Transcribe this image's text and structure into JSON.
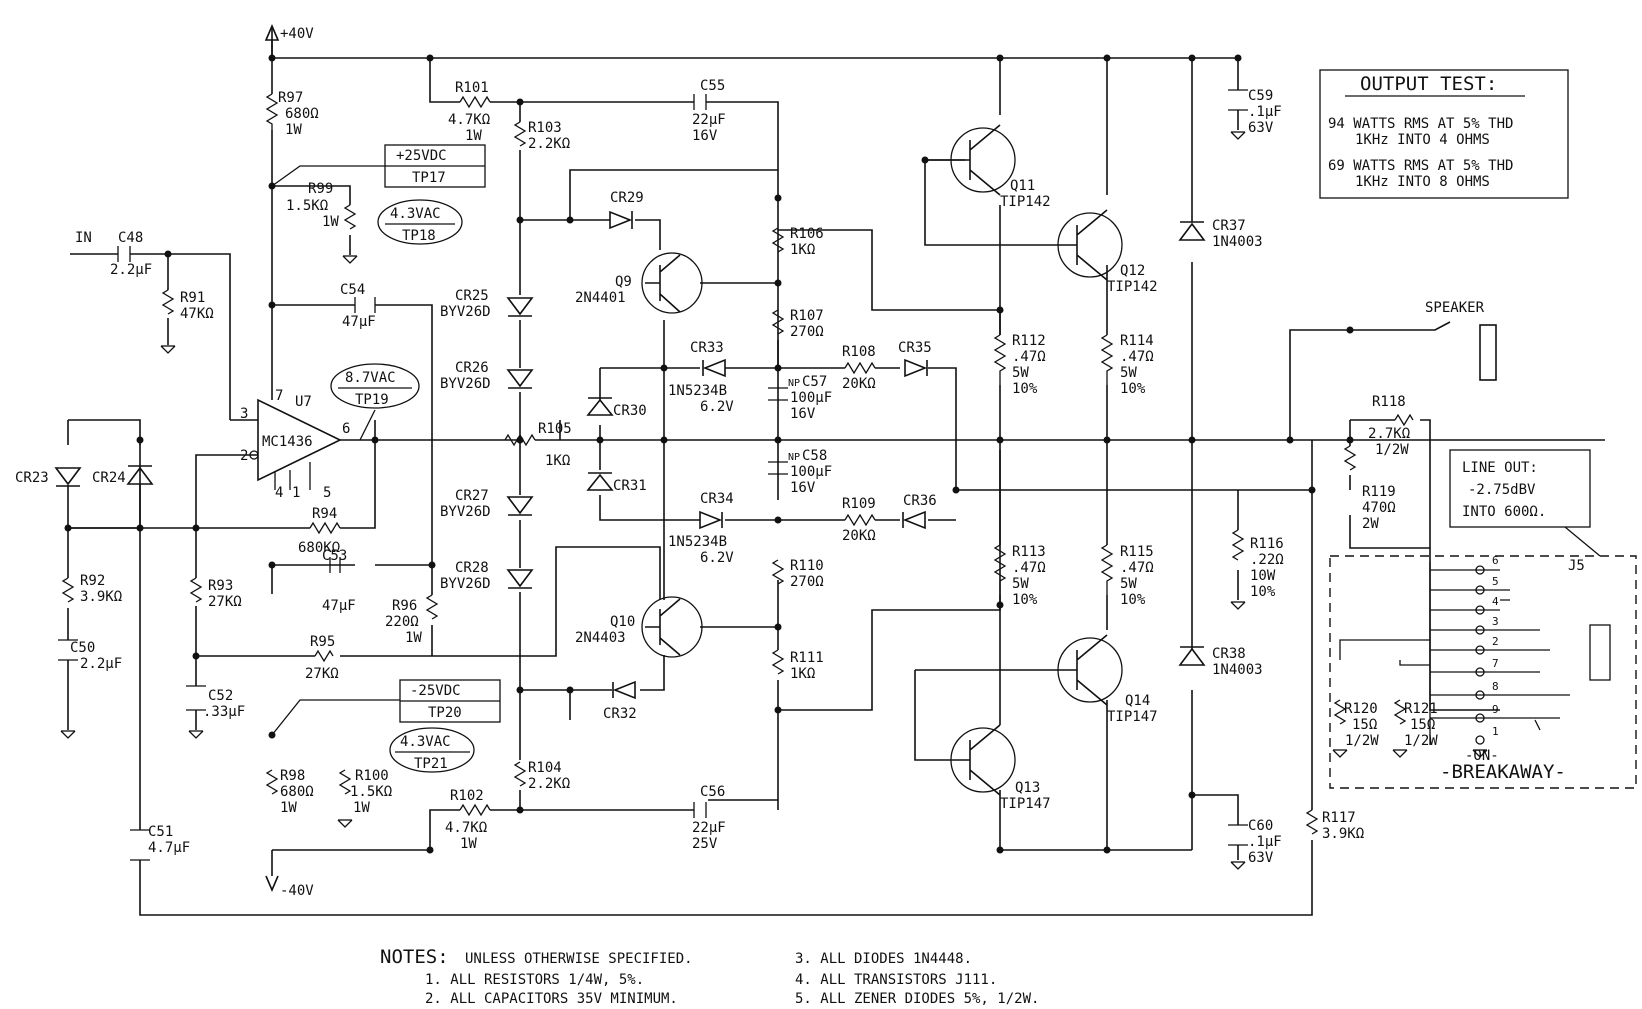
{
  "rails": {
    "pos": "+40V",
    "neg": "-40V"
  },
  "input": {
    "label": "IN"
  },
  "speaker": {
    "label": "SPEAKER"
  },
  "output_test": {
    "title": "OUTPUT TEST:",
    "line1a": "94 WATTS RMS AT 5% THD",
    "line1b": "1KHz INTO 4 OHMS",
    "line2a": "69 WATTS RMS AT 5% THD",
    "line2b": "1KHz INTO 8 OHMS"
  },
  "line_out": {
    "title": "LINE OUT:",
    "line1": "-2.75dBV",
    "line2": "INTO 600Ω."
  },
  "testpoints": {
    "tp17": {
      "value": "+25VDC",
      "name": "TP17"
    },
    "tp18": {
      "value": "4.3VAC",
      "name": "TP18"
    },
    "tp19": {
      "value": "8.7VAC",
      "name": "TP19"
    },
    "tp20": {
      "value": "-25VDC",
      "name": "TP20"
    },
    "tp21": {
      "value": "4.3VAC",
      "name": "TP21"
    }
  },
  "opamp": {
    "ref": "U7",
    "part": "MC1436",
    "pin2": "2",
    "pin3": "3",
    "pin4": "4",
    "pin1": "1",
    "pin5": "5",
    "pin6": "6",
    "pin7": "7"
  },
  "components": {
    "R97": [
      "R97",
      "680Ω",
      "1W"
    ],
    "R101": [
      "R101",
      "4.7KΩ",
      "1W"
    ],
    "C55": [
      "C55",
      "22µF",
      "16V"
    ],
    "R103": [
      "R103",
      "2.2KΩ"
    ],
    "C59": [
      "C59",
      ".1µF",
      "63V"
    ],
    "R99": [
      "R99",
      "1.5KΩ",
      "1W"
    ],
    "C48": [
      "C48",
      "2.2µF"
    ],
    "R91": [
      "R91",
      "47KΩ"
    ],
    "C54": [
      "C54",
      "47µF"
    ],
    "CR29": [
      "CR29"
    ],
    "CR25": [
      "CR25",
      "BYV26D"
    ],
    "CR26": [
      "CR26",
      "BYV26D"
    ],
    "CR27": [
      "CR27",
      "BYV26D"
    ],
    "CR28": [
      "CR28",
      "BYV26D"
    ],
    "Q9": [
      "Q9",
      "2N4401"
    ],
    "Q10": [
      "Q10",
      "2N4403"
    ],
    "Q11": [
      "Q11",
      "TIP142"
    ],
    "Q12": [
      "Q12",
      "TIP142"
    ],
    "Q13": [
      "Q13",
      "TIP147"
    ],
    "Q14": [
      "Q14",
      "TIP147"
    ],
    "R106": [
      "R106",
      "1KΩ"
    ],
    "R107": [
      "R107",
      "270Ω"
    ],
    "CR37": [
      "CR37",
      "1N4003"
    ],
    "CR38": [
      "CR38",
      "1N4003"
    ],
    "CR33": [
      "CR33",
      "1N5234B",
      "6.2V"
    ],
    "CR34": [
      "CR34",
      "1N5234B",
      "6.2V"
    ],
    "C57": [
      "C57",
      "100µF",
      "16V"
    ],
    "C58": [
      "C58",
      "100µF",
      "16V"
    ],
    "R108": [
      "R108",
      "20KΩ"
    ],
    "R109": [
      "R109",
      "20KΩ"
    ],
    "CR35": [
      "CR35"
    ],
    "CR36": [
      "CR36"
    ],
    "CR30": [
      "CR30"
    ],
    "CR31": [
      "CR31"
    ],
    "CR32": [
      "CR32"
    ],
    "CR23": [
      "CR23"
    ],
    "CR24": [
      "CR24"
    ],
    "R105": [
      "R105",
      "1KΩ"
    ],
    "R112": [
      "R112",
      ".47Ω",
      "5W",
      "10%"
    ],
    "R114": [
      "R114",
      ".47Ω",
      "5W",
      "10%"
    ],
    "R113": [
      "R113",
      ".47Ω",
      "5W",
      "10%"
    ],
    "R115": [
      "R115",
      ".47Ω",
      "5W",
      "10%"
    ],
    "R118": [
      "R118",
      "2.7KΩ",
      "1/2W"
    ],
    "R119": [
      "R119",
      "470Ω",
      "2W"
    ],
    "R116": [
      "R116",
      ".22Ω",
      "10W",
      "10%"
    ],
    "R94": [
      "R94",
      "680KΩ"
    ],
    "C53": [
      "C53",
      "47µF"
    ],
    "R96": [
      "R96",
      "220Ω",
      "1W"
    ],
    "R92": [
      "R92",
      "3.9KΩ"
    ],
    "C50": [
      "C50",
      "2.2µF"
    ],
    "R93": [
      "R93",
      "27KΩ"
    ],
    "R95": [
      "R95",
      "27KΩ"
    ],
    "C52": [
      "C52",
      ".33µF"
    ],
    "R110": [
      "R110",
      "270Ω"
    ],
    "R111": [
      "R111",
      "1KΩ"
    ],
    "R98": [
      "R98",
      "680Ω",
      "1W"
    ],
    "R100": [
      "R100",
      "1.5KΩ",
      "1W"
    ],
    "R102": [
      "R102",
      "4.7KΩ",
      "1W"
    ],
    "R104": [
      "R104",
      "2.2KΩ"
    ],
    "C56": [
      "C56",
      "22µF",
      "25V"
    ],
    "C60": [
      "C60",
      ".1µF",
      "63V"
    ],
    "C51": [
      "C51",
      "4.7µF"
    ],
    "R117": [
      "R117",
      "3.9KΩ"
    ],
    "R120": [
      "R120",
      "15Ω",
      "1/2W"
    ],
    "R121": [
      "R121",
      "15Ω",
      "1/2W"
    ]
  },
  "jack": {
    "ref": "J5",
    "pins": [
      "6",
      "5",
      "4",
      "3",
      "2",
      "7",
      "8",
      "9",
      "1"
    ],
    "on": "-ON-",
    "breakaway": "-BREAKAWAY-",
    "np": "NP"
  },
  "notes": {
    "heading": "NOTES:",
    "intro": "UNLESS OTHERWISE SPECIFIED.",
    "n1": "1. ALL RESISTORS 1/4W, 5%.",
    "n2": "2. ALL CAPACITORS 35V MINIMUM.",
    "n3": "3. ALL DIODES 1N4448.",
    "n4": "4. ALL TRANSISTORS J111.",
    "n5": "5. ALL ZENER DIODES 5%, 1/2W."
  }
}
